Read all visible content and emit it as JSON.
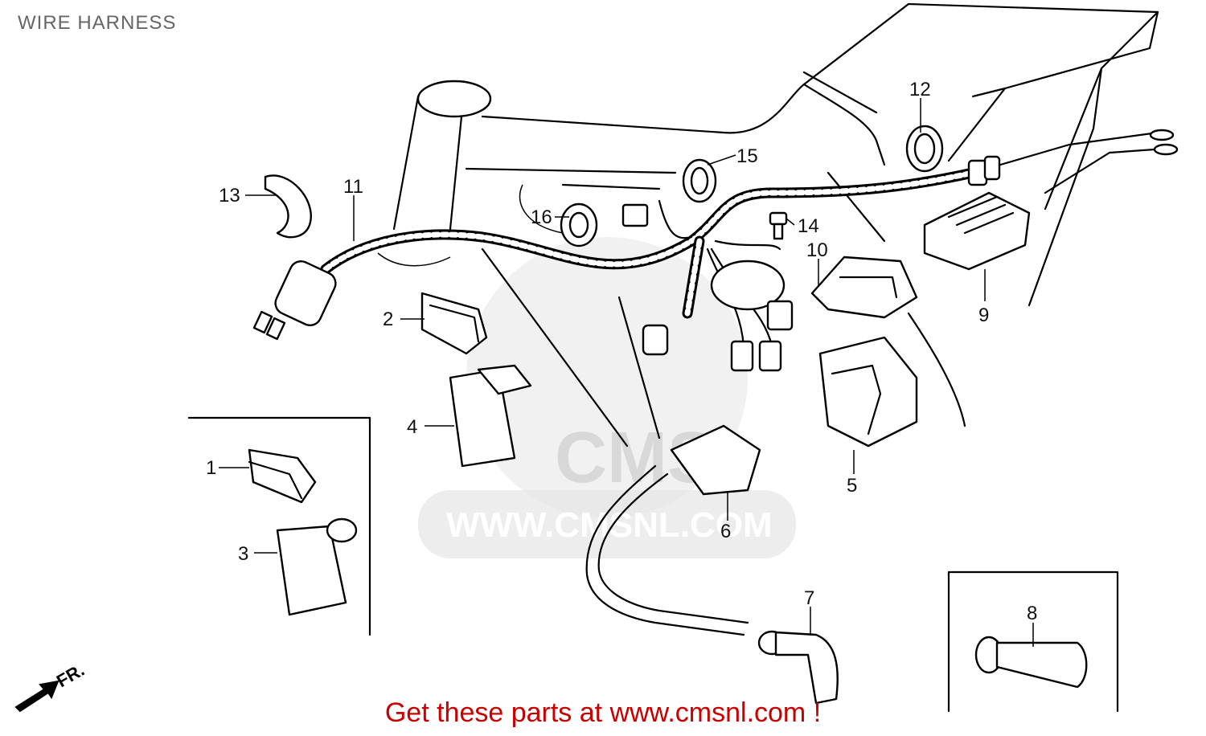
{
  "title": "WIRE HARNESS",
  "footer": "Get these parts at www.cmsnl.com !",
  "watermark": {
    "logo_text": "CMS",
    "url_text": "WWW.CMSNL.COM"
  },
  "direction_marker": "FR.",
  "callouts": [
    "1",
    "2",
    "3",
    "4",
    "5",
    "6",
    "7",
    "8",
    "9",
    "10",
    "11",
    "12",
    "13",
    "14",
    "15",
    "16"
  ],
  "colors": {
    "footer": "#c80000",
    "title": "#666666",
    "watermark": "#e6e6e6"
  }
}
